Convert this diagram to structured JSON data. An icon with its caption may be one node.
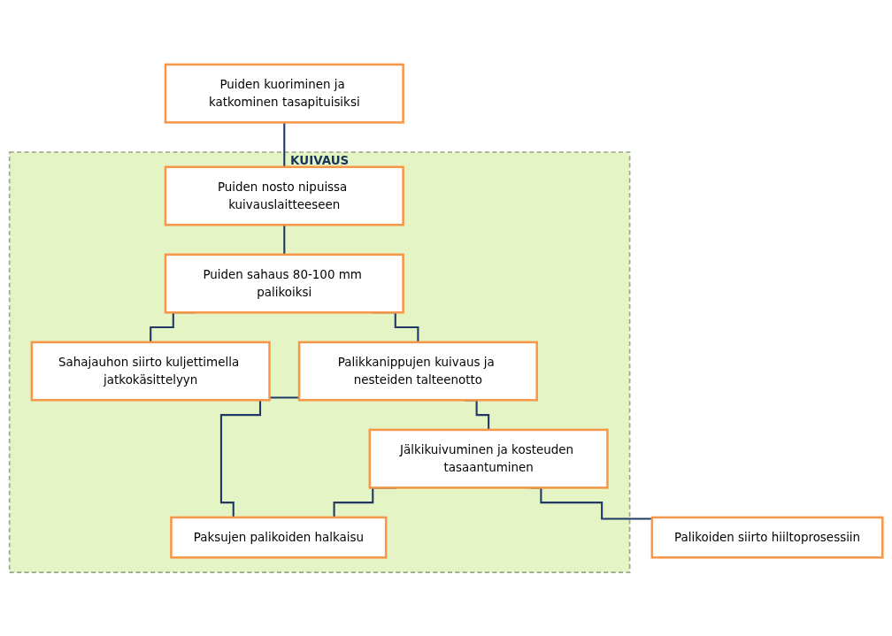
{
  "diagram": {
    "nodes": [
      {
        "text": [
          "Puiden kuoriminen ja katkominen tasapituisiksi"
        ]
      },
      {
        "text": [
          "KUIVAUS"
        ]
      },
      {
        "text": [
          "Puiden nosto nipuissa kuivauslaitteeseen"
        ],
        "in": 1
      },
      {
        "text": [
          "Puiden sahaus 80-100 mm palikoiksi"
        ],
        "in": 1
      },
      {
        "text": [
          "Sahajauhon siirto kuljettimella jatkokäsittelyyn"
        ],
        "in": 1
      },
      {
        "text": [
          "Palikkanippujen kuivaus ja nesteiden talteenotto"
        ],
        "in": 1
      },
      {
        "text": [
          "Jälkikuivuminen ja kosteuden tasaantuminen"
        ],
        "in": 1
      },
      {
        "text": [
          "Paksujen palikoiden halkaisu"
        ],
        "in": 1
      },
      {
        "text": [
          "Palikoiden siirto hiiltoprosessiin"
        ]
      }
    ],
    "edges": [
      {
        "from": 0,
        "to": 2,
        "arrow": "none"
      },
      {
        "from": 2,
        "to": 3,
        "arrow": "none"
      },
      {
        "from": 3,
        "to": 4,
        "arrow": "none"
      },
      {
        "from": 3,
        "to": 5,
        "arrow": "none"
      },
      {
        "from": 5,
        "to": 6,
        "arrow": "none"
      },
      {
        "from": 5,
        "to": 7,
        "arrow": "none"
      },
      {
        "from": 6,
        "to": 7,
        "arrow": "none"
      },
      {
        "from": 6,
        "to": 8,
        "arrow": "none"
      }
    ]
  }
}
